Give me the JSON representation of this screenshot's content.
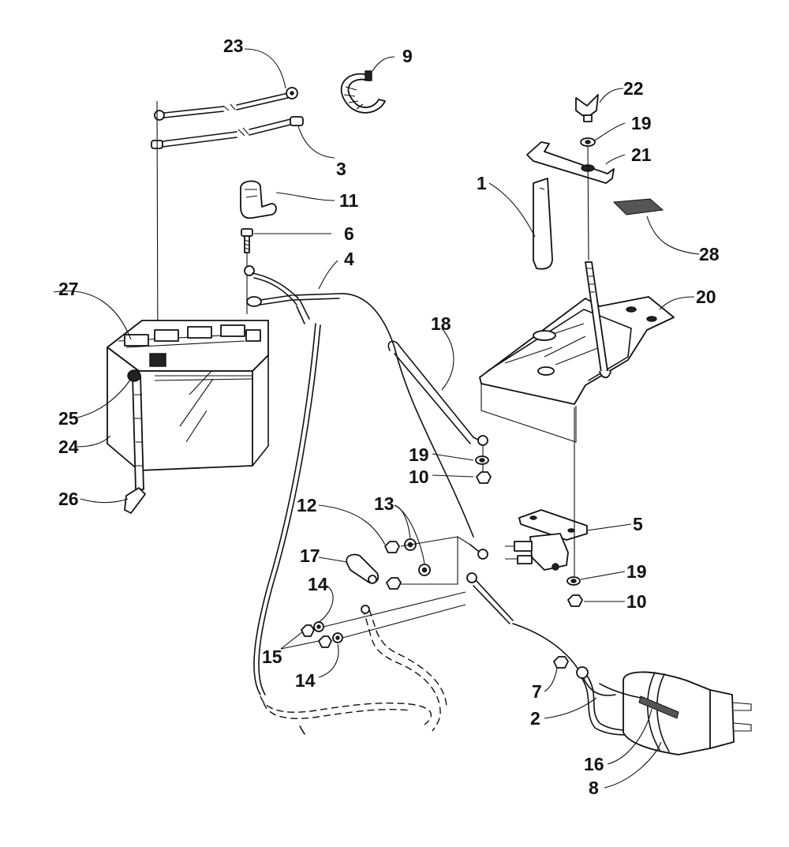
{
  "callouts": [
    {
      "id": "n1",
      "text": "1"
    },
    {
      "id": "n2",
      "text": "2"
    },
    {
      "id": "n3",
      "text": "3"
    },
    {
      "id": "n4",
      "text": "4"
    },
    {
      "id": "n5",
      "text": "5"
    },
    {
      "id": "n6",
      "text": "6"
    },
    {
      "id": "n7",
      "text": "7"
    },
    {
      "id": "n8",
      "text": "8"
    },
    {
      "id": "n9",
      "text": "9"
    },
    {
      "id": "n10a",
      "text": "10"
    },
    {
      "id": "n10b",
      "text": "10"
    },
    {
      "id": "n11",
      "text": "11"
    },
    {
      "id": "n12",
      "text": "12"
    },
    {
      "id": "n13",
      "text": "13"
    },
    {
      "id": "n14a",
      "text": "14"
    },
    {
      "id": "n14b",
      "text": "14"
    },
    {
      "id": "n15",
      "text": "15"
    },
    {
      "id": "n16",
      "text": "16"
    },
    {
      "id": "n17",
      "text": "17"
    },
    {
      "id": "n18",
      "text": "18"
    },
    {
      "id": "n19a",
      "text": "19"
    },
    {
      "id": "n19b",
      "text": "19"
    },
    {
      "id": "n19c",
      "text": "19"
    },
    {
      "id": "n20",
      "text": "20"
    },
    {
      "id": "n21",
      "text": "21"
    },
    {
      "id": "n22",
      "text": "22"
    },
    {
      "id": "n23",
      "text": "23"
    },
    {
      "id": "n24",
      "text": "24"
    },
    {
      "id": "n25",
      "text": "25"
    },
    {
      "id": "n26",
      "text": "26"
    },
    {
      "id": "n27",
      "text": "27"
    },
    {
      "id": "n28",
      "text": "28"
    }
  ],
  "colors": {
    "ink": "#111111",
    "paper": "#ffffff"
  }
}
